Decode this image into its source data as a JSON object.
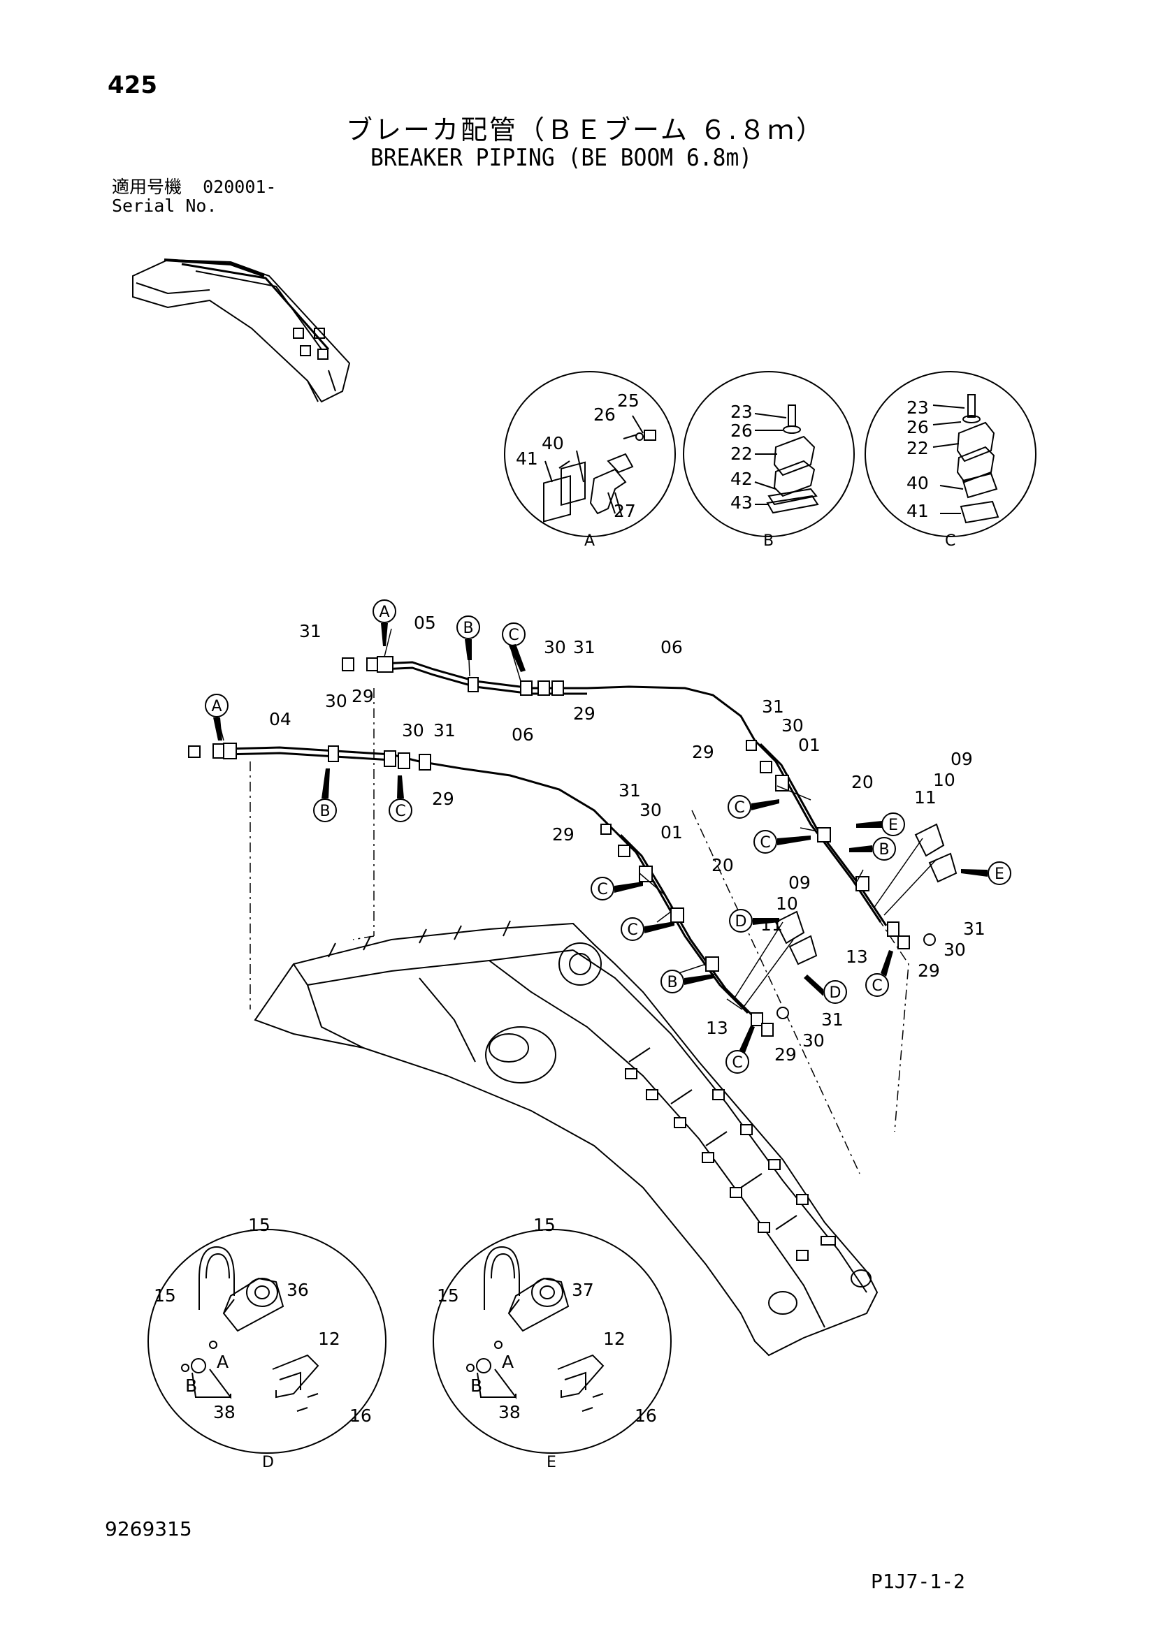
{
  "header": {
    "page_number": "425",
    "title_jp": "ブレーカ配管（ＢＥブーム ６.８ｍ）",
    "title_en": "BREAKER PIPING (BE BOOM 6.8m)",
    "serial_label_jp": "適用号機",
    "serial_value": "020001-",
    "serial_label_en": "Serial No."
  },
  "footer": {
    "doc_number": "9269315",
    "page_code": "P1J7-1-2"
  },
  "detail_views": [
    {
      "name": "A",
      "parts": [
        "25",
        "26",
        "40",
        "41",
        "27"
      ]
    },
    {
      "name": "B",
      "parts": [
        "23",
        "26",
        "22",
        "42",
        "43"
      ]
    },
    {
      "name": "C",
      "parts": [
        "23",
        "26",
        "22",
        "40",
        "41"
      ]
    },
    {
      "name": "D",
      "parts": [
        "15",
        "15",
        "36",
        "12",
        "A",
        "B",
        "38",
        "16"
      ]
    },
    {
      "name": "E",
      "parts": [
        "15",
        "15",
        "37",
        "12",
        "A",
        "B",
        "38",
        "16"
      ]
    }
  ],
  "part_labels": [
    "31",
    "05",
    "30",
    "29",
    "30",
    "31",
    "29",
    "06",
    "04",
    "30",
    "31",
    "29",
    "06",
    "31",
    "30",
    "01",
    "29",
    "20",
    "09",
    "10",
    "11",
    "13",
    "31",
    "30",
    "29",
    "01",
    "29",
    "30",
    "31",
    "20",
    "09",
    "10",
    "11",
    "13",
    "31",
    "30",
    "29"
  ],
  "callout_letters": [
    "A",
    "B",
    "C",
    "D",
    "E"
  ]
}
